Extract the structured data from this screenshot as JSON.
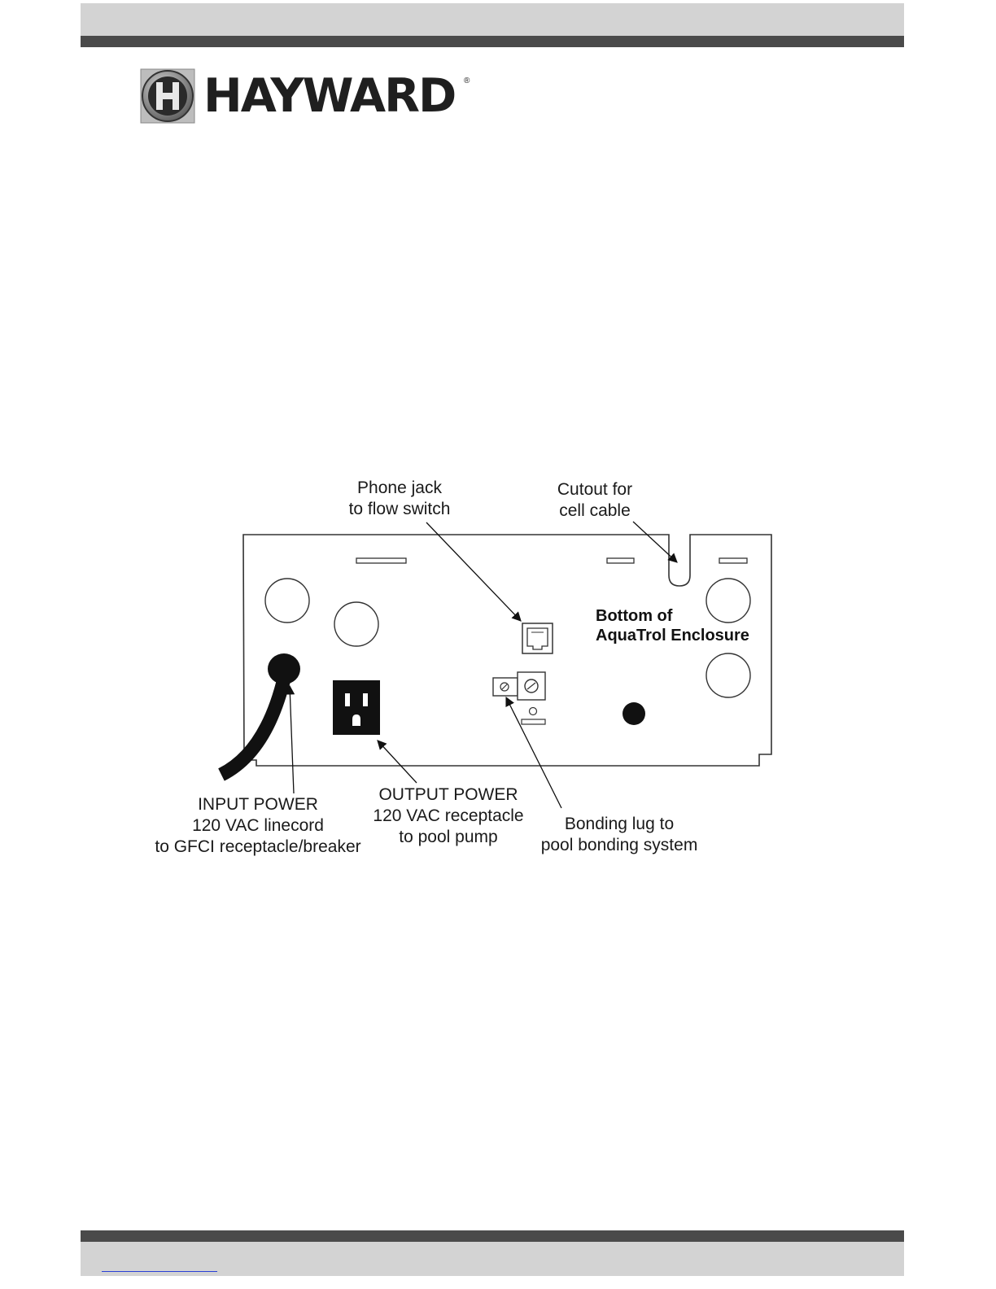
{
  "logo": {
    "name": "HAYWARD",
    "registered_mark": "®",
    "icon": "hayward-h-badge-icon"
  },
  "diagram": {
    "enclosure_label_line1": "Bottom of",
    "enclosure_label_line2": "AquaTrol Enclosure",
    "callouts": {
      "phone_jack": [
        "Phone jack",
        "to flow switch"
      ],
      "cutout": [
        "Cutout for",
        "cell cable"
      ],
      "input_power": [
        "INPUT POWER",
        "120 VAC linecord",
        "to GFCI receptacle/breaker"
      ],
      "output_power": [
        "OUTPUT POWER",
        "120 VAC receptacle",
        "to pool pump"
      ],
      "bonding_lug": [
        "Bonding lug to",
        "pool bonding system"
      ]
    }
  },
  "colors": {
    "header_light": "#d3d3d3",
    "header_dark": "#4a4a4a",
    "footer_link": "#2a3fd6"
  }
}
